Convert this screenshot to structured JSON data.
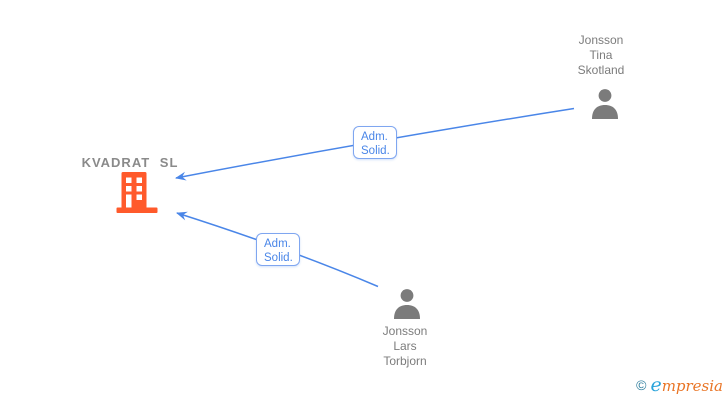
{
  "diagram": {
    "company": {
      "label": "KVADRAT SL"
    },
    "persons": {
      "top": {
        "line1": "Jonsson",
        "line2": "Tina",
        "line3": "Skotland"
      },
      "bottom": {
        "line1": "Jonsson",
        "line2": "Lars",
        "line3": "Torbjorn"
      }
    },
    "edges": {
      "top": {
        "line1": "Adm.",
        "line2": "Solid."
      },
      "bottom": {
        "line1": "Adm.",
        "line2": "Solid."
      }
    }
  },
  "watermark": {
    "copyright": "©",
    "brand_initial": "e",
    "brand_rest": "mpresia"
  },
  "colors": {
    "arrow_blue": "#4A86E8",
    "box_border": "#7FA6F0",
    "box_text": "#4A86E8",
    "company_orange": "#FF5A2B",
    "person_gray": "#7B7B7B",
    "name_gray": "#7C7C7C",
    "company_label_gray": "#8A8A8A",
    "wm_teal": "#2E7E9E",
    "wm_blue": "#2AA4DB",
    "wm_orange": "#E97526"
  }
}
